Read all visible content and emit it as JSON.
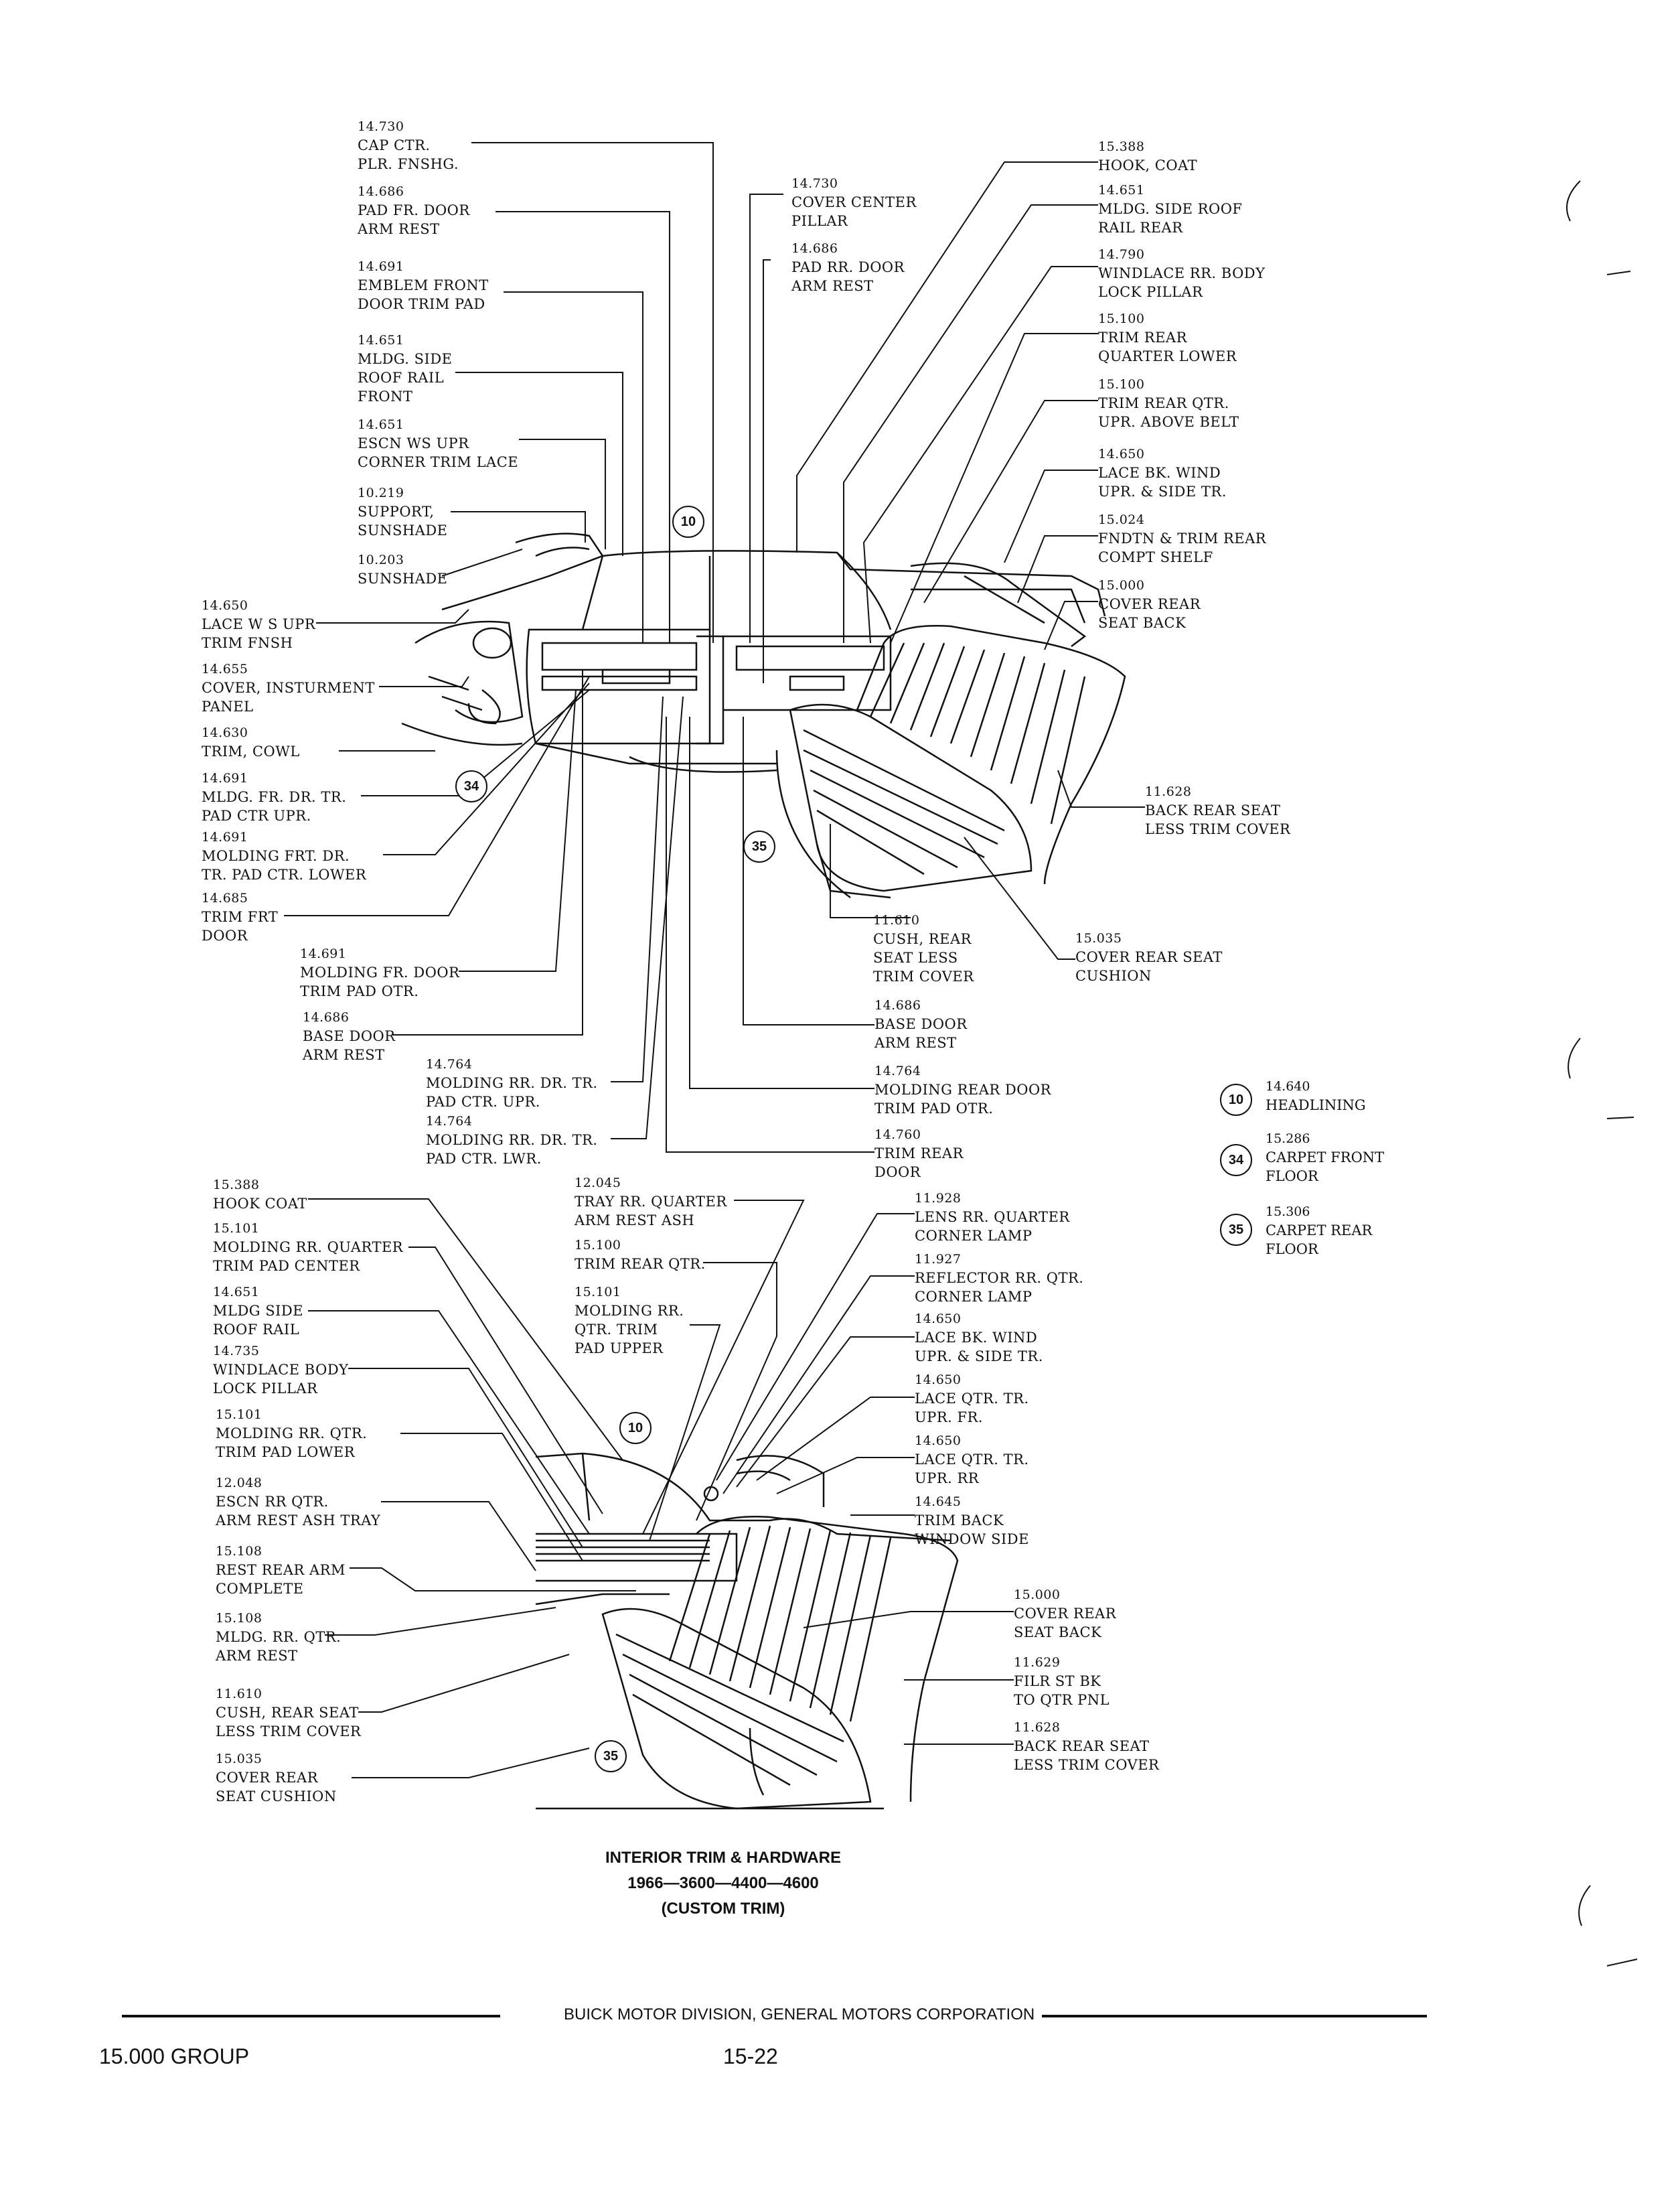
{
  "top_labels": [
    {
      "id": "cap-ctr",
      "code": "14.730",
      "text": "CAP CTR.\nPLR. FNSHG."
    },
    {
      "id": "pad-fr-door",
      "code": "14.686",
      "text": "PAD FR. DOOR\nARM REST"
    },
    {
      "id": "emblem-front",
      "code": "14.691",
      "text": "EMBLEM FRONT\nDOOR TRIM PAD"
    },
    {
      "id": "mldg-side-roof-front",
      "code": "14.651",
      "text": "MLDG. SIDE\nROOF RAIL\nFRONT"
    },
    {
      "id": "escn-ws",
      "code": "14.651",
      "text": "ESCN WS UPR\nCORNER TRIM LACE"
    },
    {
      "id": "support-sunshade",
      "code": "10.219",
      "text": "SUPPORT,\nSUNSHADE"
    },
    {
      "id": "sunshade",
      "code": "10.203",
      "text": "SUNSHADE"
    },
    {
      "id": "lace-ws",
      "code": "14.650",
      "text": "LACE W S UPR\nTRIM FNSH"
    },
    {
      "id": "cover-instrument",
      "code": "14.655",
      "text": "COVER, INSTURMENT\nPANEL"
    },
    {
      "id": "trim-cowl",
      "code": "14.630",
      "text": "TRIM, COWL"
    },
    {
      "id": "mldg-fr-dr",
      "code": "14.691",
      "text": "MLDG. FR. DR. TR.\nPAD CTR UPR."
    },
    {
      "id": "molding-frt-dr",
      "code": "14.691",
      "text": "MOLDING FRT. DR.\nTR. PAD CTR. LOWER"
    },
    {
      "id": "trim-frt-door",
      "code": "14.685",
      "text": "TRIM FRT\nDOOR"
    },
    {
      "id": "molding-fr-door-otr",
      "code": "14.691",
      "text": "MOLDING FR. DOOR\nTRIM PAD OTR."
    },
    {
      "id": "base-door-front",
      "code": "14.686",
      "text": "BASE DOOR\nARM REST"
    },
    {
      "id": "molding-rr-upr",
      "code": "14.764",
      "text": "MOLDING RR. DR. TR.\nPAD CTR. UPR."
    },
    {
      "id": "molding-rr-lwr",
      "code": "14.764",
      "text": "MOLDING RR. DR. TR.\nPAD CTR. LWR."
    },
    {
      "id": "cover-center-pillar",
      "code": "14.730",
      "text": "COVER CENTER\nPILLAR"
    },
    {
      "id": "pad-rr-door",
      "code": "14.686",
      "text": "PAD RR. DOOR\nARM REST"
    },
    {
      "id": "hook-coat-top",
      "code": "15.388",
      "text": "HOOK, COAT"
    },
    {
      "id": "mldg-side-roof-rear",
      "code": "14.651",
      "text": "MLDG. SIDE ROOF\nRAIL REAR"
    },
    {
      "id": "windlace-rr",
      "code": "14.790",
      "text": "WINDLACE RR. BODY\nLOCK PILLAR"
    },
    {
      "id": "trim-rear-quarter-lower",
      "code": "15.100",
      "text": "TRIM REAR\nQUARTER LOWER"
    },
    {
      "id": "trim-rear-qtr-upr",
      "code": "15.100",
      "text": "TRIM REAR QTR.\nUPR. ABOVE BELT"
    },
    {
      "id": "lace-bk-wind-top",
      "code": "14.650",
      "text": "LACE BK. WIND\nUPR. & SIDE TR."
    },
    {
      "id": "fndtn",
      "code": "15.024",
      "text": "FNDTN & TRIM REAR\nCOMPT SHELF"
    },
    {
      "id": "cover-rear-seat-back-top",
      "code": "15.000",
      "text": "COVER REAR\nSEAT BACK"
    },
    {
      "id": "back-rear-seat-top",
      "code": "11.628",
      "text": "BACK REAR SEAT\nLESS TRIM COVER"
    },
    {
      "id": "cush-rear-top",
      "code": "11.610",
      "text": "CUSH, REAR\nSEAT LESS\nTRIM COVER"
    },
    {
      "id": "cover-rear-seat-cushion-top",
      "code": "15.035",
      "text": "COVER REAR SEAT\nCUSHION"
    },
    {
      "id": "base-door-rear",
      "code": "14.686",
      "text": "BASE DOOR\nARM REST"
    },
    {
      "id": "molding-rear-door",
      "code": "14.764",
      "text": "MOLDING REAR DOOR\nTRIM PAD OTR."
    },
    {
      "id": "trim-rear-door",
      "code": "14.760",
      "text": "TRIM REAR\nDOOR"
    }
  ],
  "bottom_labels": [
    {
      "id": "hook-coat-bottom",
      "code": "15.388",
      "text": "HOOK COAT"
    },
    {
      "id": "molding-rr-quarter-center",
      "code": "15.101",
      "text": "MOLDING RR. QUARTER\nTRIM PAD CENTER"
    },
    {
      "id": "mldg-side-roof-rail",
      "code": "14.651",
      "text": "MLDG SIDE\nROOF RAIL"
    },
    {
      "id": "windlace-body",
      "code": "14.735",
      "text": "WINDLACE BODY\nLOCK PILLAR"
    },
    {
      "id": "molding-rr-qtr-lower",
      "code": "15.101",
      "text": "MOLDING RR. QTR.\nTRIM PAD LOWER"
    },
    {
      "id": "escn-rr-qtr",
      "code": "12.048",
      "text": "ESCN RR QTR.\nARM REST ASH TRAY"
    },
    {
      "id": "rest-rear-arm",
      "code": "15.108",
      "text": "REST REAR ARM\nCOMPLETE"
    },
    {
      "id": "mldg-rr-qtr-arm",
      "code": "15.108",
      "text": "MLDG. RR. QTR.\nARM REST"
    },
    {
      "id": "cush-rear-seat-bottom",
      "code": "11.610",
      "text": "CUSH, REAR SEAT\nLESS TRIM COVER"
    },
    {
      "id": "cover-rear-seat-cushion-bottom",
      "code": "15.035",
      "text": "COVER REAR\nSEAT CUSHION"
    },
    {
      "id": "tray-rr-quarter",
      "code": "12.045",
      "text": "TRAY RR. QUARTER\nARM REST ASH"
    },
    {
      "id": "trim-rear-qtr",
      "code": "15.100",
      "text": "TRIM REAR QTR."
    },
    {
      "id": "molding-rr-qtr-trim",
      "code": "15.101",
      "text": "MOLDING RR.\nQTR. TRIM\nPAD UPPER"
    },
    {
      "id": "lens-rr-quarter",
      "code": "11.928",
      "text": "LENS RR. QUARTER\nCORNER LAMP"
    },
    {
      "id": "reflector-rr-qtr",
      "code": "11.927",
      "text": "REFLECTOR RR. QTR.\nCORNER LAMP"
    },
    {
      "id": "lace-bk-wind-bottom",
      "code": "14.650",
      "text": "LACE BK. WIND\nUPR. & SIDE TR."
    },
    {
      "id": "lace-qtr-fr",
      "code": "14.650",
      "text": "LACE QTR. TR.\nUPR. FR."
    },
    {
      "id": "lace-qtr-rr",
      "code": "14.650",
      "text": "LACE QTR. TR.\nUPR. RR"
    },
    {
      "id": "trim-back-window",
      "code": "14.645",
      "text": "TRIM BACK\nWINDOW SIDE"
    },
    {
      "id": "cover-rear-seat-back-bottom",
      "code": "15.000",
      "text": "COVER REAR\nSEAT BACK"
    },
    {
      "id": "filr-st-bk",
      "code": "11.629",
      "text": "FILR ST BK\nTO QTR PNL"
    },
    {
      "id": "back-rear-seat-bottom",
      "code": "11.628",
      "text": "BACK REAR SEAT\nLESS TRIM COVER"
    }
  ],
  "legend": [
    {
      "num": "10",
      "code": "14.640",
      "text": "HEADLINING"
    },
    {
      "num": "34",
      "code": "15.286",
      "text": "CARPET FRONT\nFLOOR"
    },
    {
      "num": "35",
      "code": "15.306",
      "text": "CARPET REAR\nFLOOR"
    }
  ],
  "callouts": {
    "headlining": "10",
    "carpet_front": "34",
    "carpet_rear": "35"
  },
  "caption": {
    "line1": "INTERIOR TRIM & HARDWARE",
    "line2": "1966—3600—4400—4600",
    "line3": "(CUSTOM TRIM)"
  },
  "footer": {
    "division": "BUICK MOTOR DIVISION, GENERAL MOTORS CORPORATION",
    "group": "15.000 GROUP",
    "page": "15-22"
  }
}
